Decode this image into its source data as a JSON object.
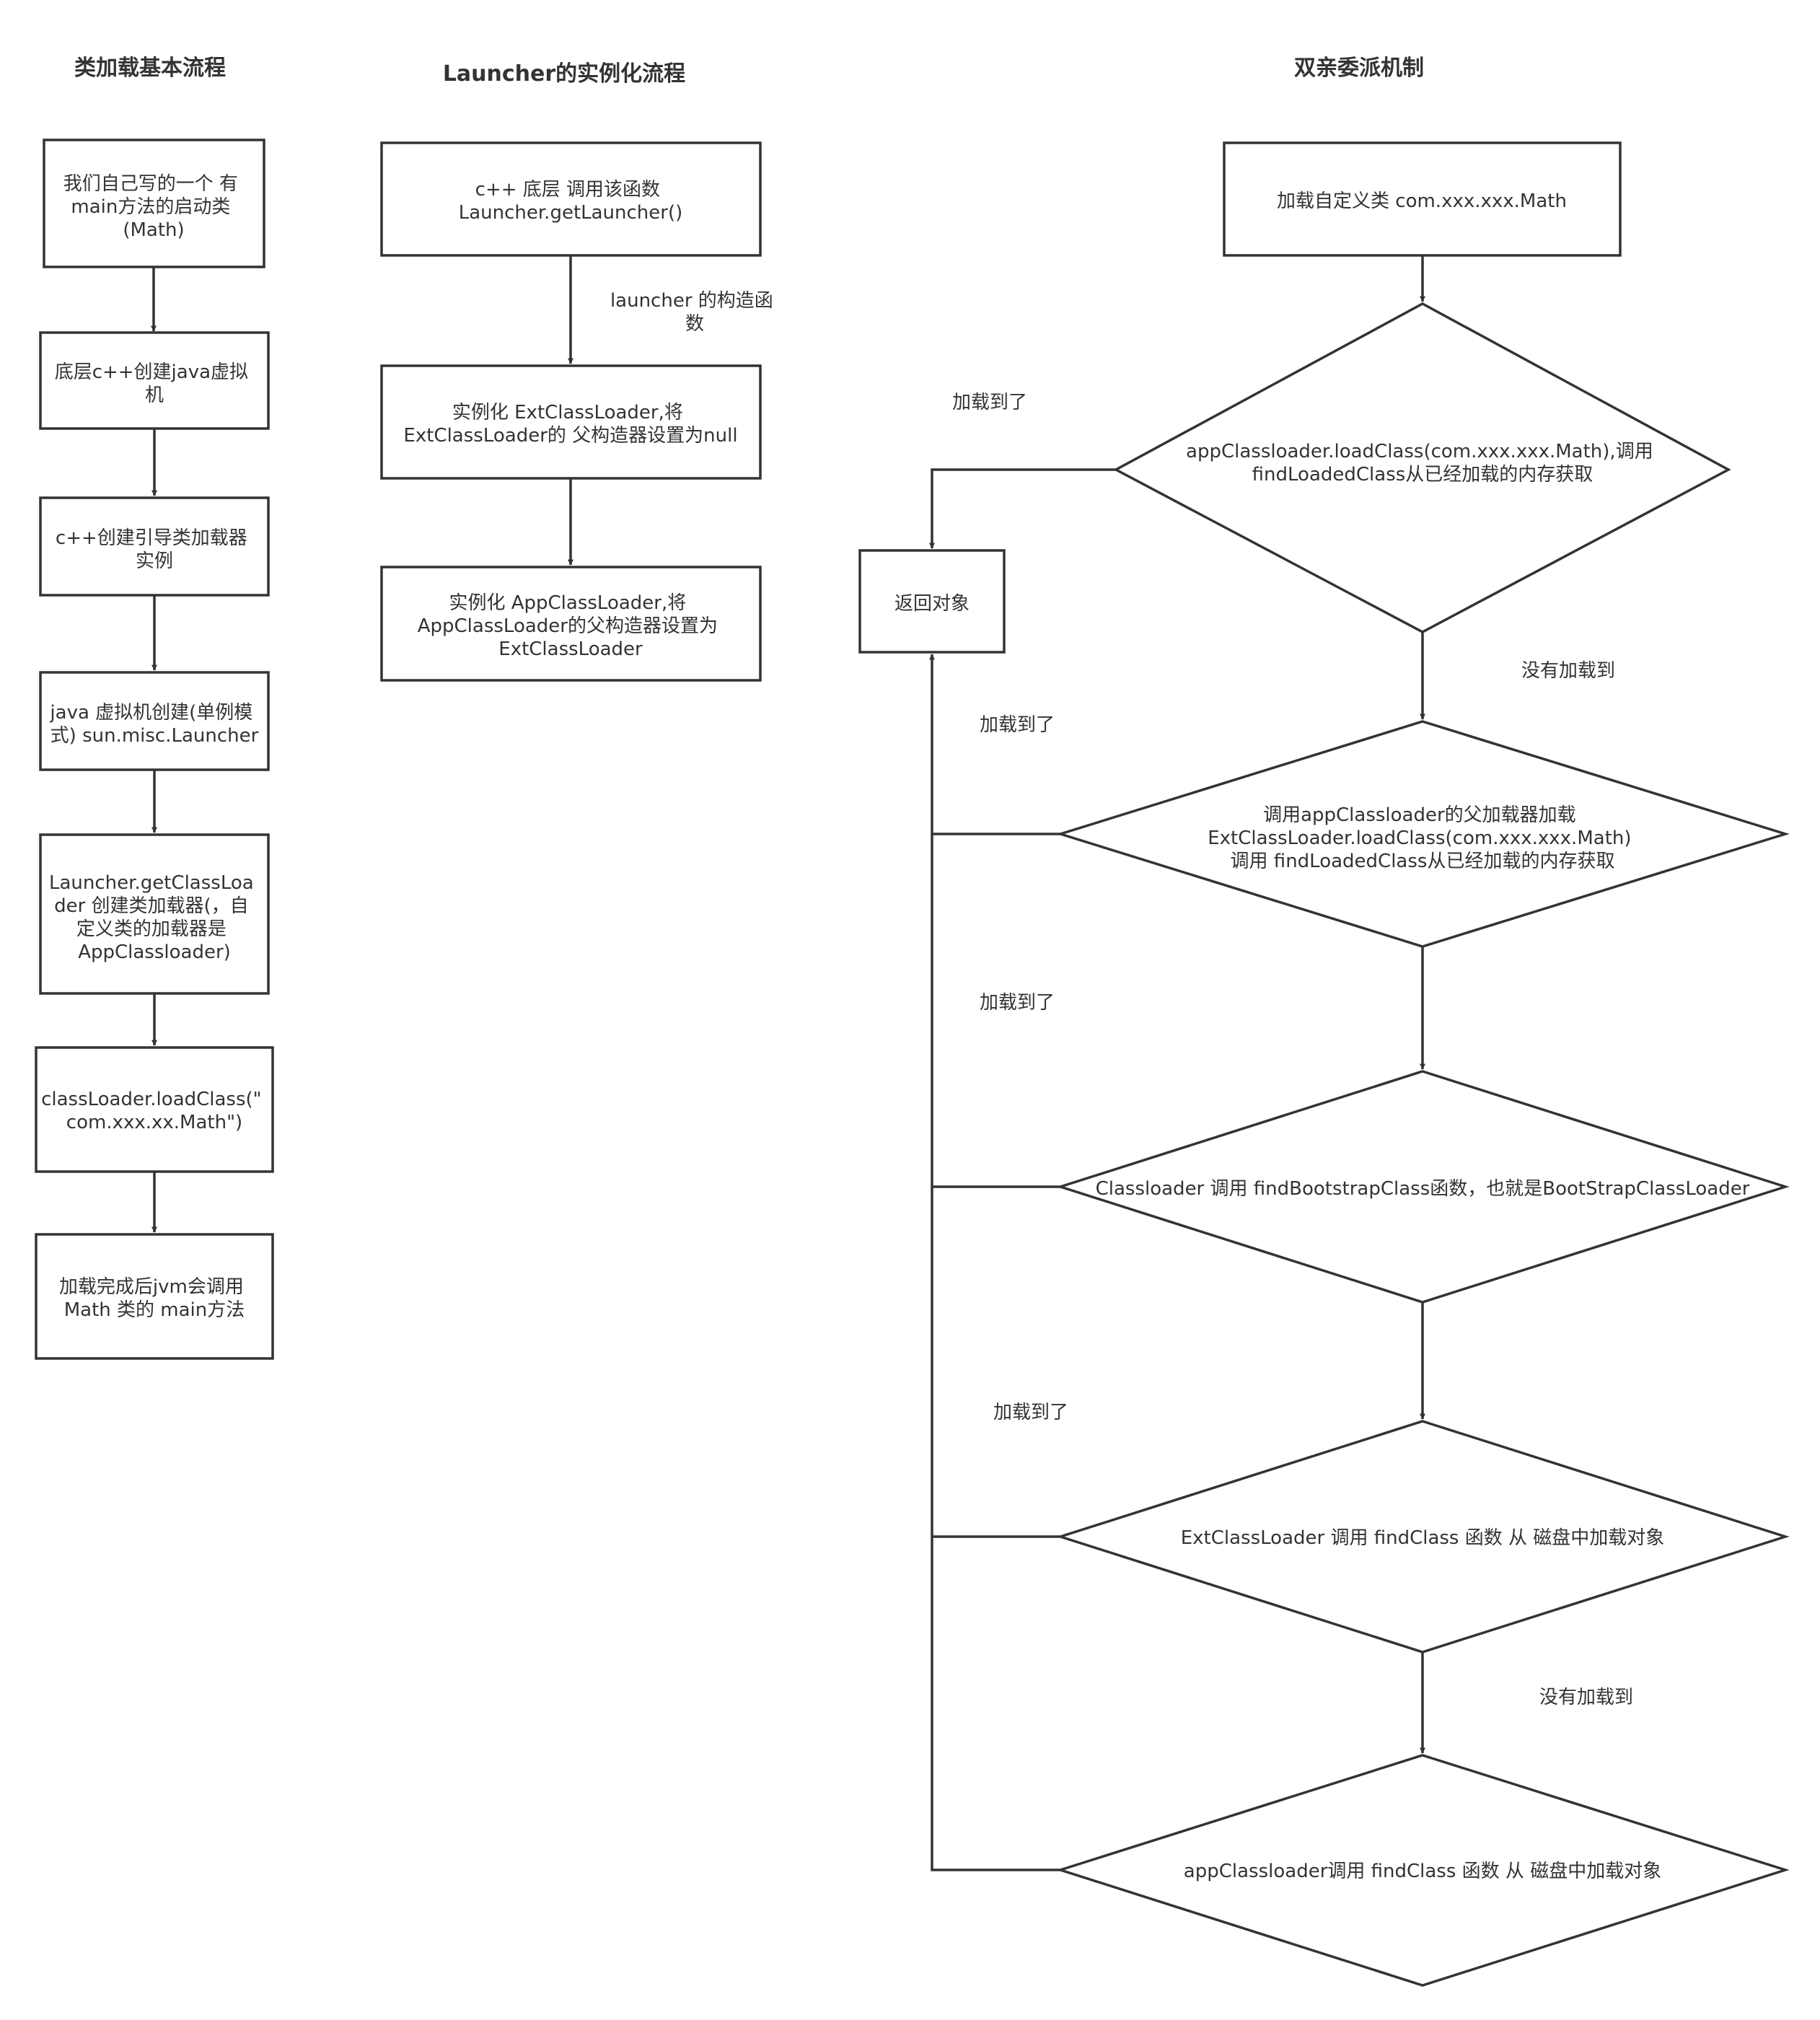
{
  "titles": {
    "col1": "类加载基本流程",
    "col2": "Launcher的实例化流程",
    "col3": "双亲委派机制"
  },
  "col1": {
    "n1": [
      "我们自己写的一个 有",
      "main方法的启动类",
      "(Math)"
    ],
    "n2": [
      "底层c++创建java虚拟",
      "机"
    ],
    "n3": [
      "c++创建引导类加载器",
      "实例"
    ],
    "n4": [
      "java 虚拟机创建(单例模",
      "式) sun.misc.Launcher"
    ],
    "n5": [
      "Launcher.getClassLoa",
      "der 创建类加载器(，自",
      "定义类的加载器是",
      "AppClassloader)"
    ],
    "n6": [
      "classLoader.loadClass(\"",
      "com.xxx.xx.Math\")"
    ],
    "n7": [
      "加载完成后jvm会调用",
      "Math 类的 main方法"
    ]
  },
  "col2": {
    "n1": [
      "c++ 底层 调用该函数",
      "Launcher.getLauncher()"
    ],
    "edge_label": [
      "launcher 的构造函",
      "数"
    ],
    "n2": [
      "实例化 ExtClassLoader,将",
      "ExtClassLoader的 父构造器设置为null"
    ],
    "n3": [
      "实例化 AppClassLoader,将",
      "AppClassLoader的父构造器设置为",
      "ExtClassLoader"
    ]
  },
  "col3": {
    "start": "加载自定义类 com.xxx.xxx.Math",
    "d1": [
      "appClassloader.loadClass(com.xxx.xxx.Math),调用",
      "findLoadedClass从已经加载的内存获取"
    ],
    "return_box": "返回对象",
    "d2": [
      "调用appClassloader的父加载器加载",
      "ExtClassLoader.loadClass(com.xxx.xxx.Math)",
      "调用 findLoadedClass从已经加载的内存获取"
    ],
    "d3": "Classloader 调用 findBootstrapClass函数，也就是BootStrapClassLoader",
    "d4": "ExtClassLoader 调用 findClass 函数 从 磁盘中加载对象",
    "d5": "appClassloader调用 findClass 函数 从 磁盘中加载对象",
    "labels": {
      "found1": "加载到了",
      "found2": "加载到了",
      "found3": "加载到了",
      "found4": "加载到了",
      "not_found1": "没有加载到",
      "not_found2": "没有加载到"
    }
  }
}
